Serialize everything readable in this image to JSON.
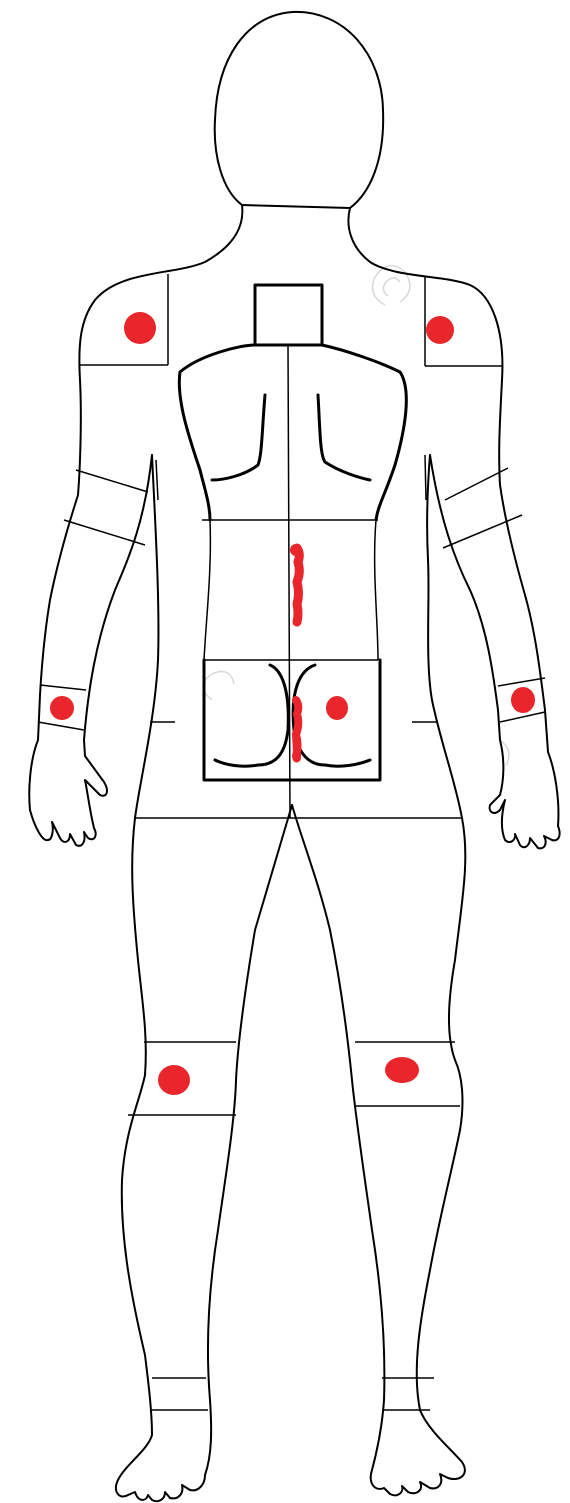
{
  "figure": {
    "view": "posterior",
    "marker_color": "#e8262b",
    "outline_color": "#000000",
    "markers": [
      {
        "id": "left-shoulder",
        "region": "shoulder-left"
      },
      {
        "id": "right-shoulder",
        "region": "shoulder-right"
      },
      {
        "id": "left-wrist",
        "region": "wrist-left"
      },
      {
        "id": "right-wrist",
        "region": "wrist-right"
      },
      {
        "id": "lumbar-spine",
        "region": "lower-back-spine"
      },
      {
        "id": "sacral-spine",
        "region": "sacrum"
      },
      {
        "id": "right-buttock",
        "region": "buttock-right"
      },
      {
        "id": "left-knee",
        "region": "knee-left"
      },
      {
        "id": "right-knee",
        "region": "knee-right"
      }
    ]
  }
}
